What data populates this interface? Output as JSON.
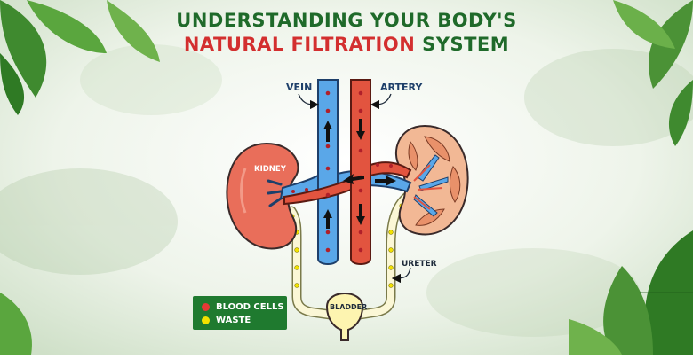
{
  "title": {
    "line1": "UNDERSTANDING YOUR BODY'S",
    "line2_highlight": "NATURAL FILTRATION",
    "line2_rest": " SYSTEM"
  },
  "labels": {
    "vein": "VEIN",
    "artery": "ARTERY",
    "kidney": "KIDNEY",
    "ureter": "URETER",
    "bladder": "BLADDER"
  },
  "legend": {
    "items": [
      {
        "label": "BLOOD CELLS",
        "color": "#e53935"
      },
      {
        "label": "WASTE",
        "color": "#f2e100"
      }
    ]
  },
  "colors": {
    "title_green": "#1f6a2a",
    "title_red": "#d32f2f",
    "vein_blue": "#5aa7e8",
    "artery_red": "#e2543f",
    "kidney_left": "#e96e5a",
    "kidney_right": "#f2b895",
    "legend_bg": "#1f7a2f",
    "bladder": "#fdf4b0",
    "ureter": "#fbf7d6"
  }
}
